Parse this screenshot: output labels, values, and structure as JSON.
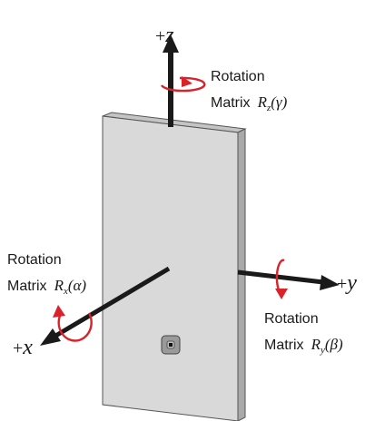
{
  "axes": {
    "z": {
      "sign": "+",
      "name": "z"
    },
    "y": {
      "sign": "+",
      "name": "y"
    },
    "x": {
      "sign": "+",
      "name": "x"
    }
  },
  "rotations": {
    "z": {
      "line1": "Rotation",
      "word": "Matrix",
      "symbol": "R",
      "subscript": "z",
      "arg": "(γ)"
    },
    "x": {
      "line1": "Rotation",
      "word": "Matrix",
      "symbol": "R",
      "subscript": "x",
      "arg": "(α)"
    },
    "y": {
      "line1": "Rotation",
      "word": "Matrix",
      "symbol": "R",
      "subscript": "y",
      "arg": "(β)"
    }
  },
  "colors": {
    "axis": "#1a1a1a",
    "rotation_arrow": "#d8232a",
    "panel_face": "#d9d9d9",
    "panel_side": "#a9a9a9",
    "panel_top": "#c4c4c4"
  }
}
